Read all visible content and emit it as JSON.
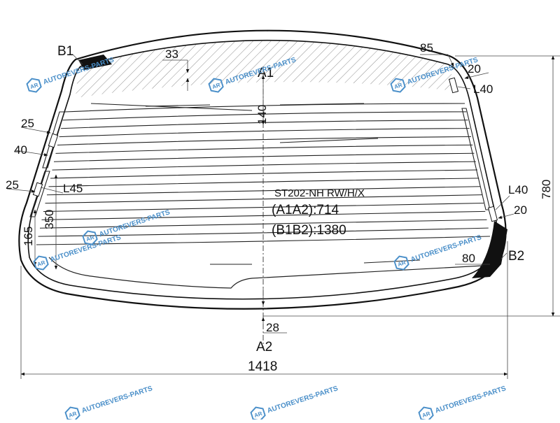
{
  "colors": {
    "outline": "#111111",
    "dimension_line": "#555555",
    "watermark": "#4a8fc9",
    "background": "#ffffff"
  },
  "diagram": {
    "labels": {
      "b1": "B1",
      "b2": "B2",
      "a1": "A1",
      "a2": "A2",
      "d33": "33",
      "d85": "85",
      "d20_top": "20",
      "l40_top": "L40",
      "d140": "140",
      "d780": "780",
      "d25_a": "25",
      "d40": "40",
      "d25_b": "25",
      "l45": "L45",
      "d350": "350",
      "d165": "165",
      "l40_right": "L40",
      "d20_right": "20",
      "d80": "80",
      "d28": "28",
      "d1418": "1418"
    },
    "part_code": "ST202-NH RW/H/X",
    "a1a2": "(A1A2):714",
    "b1b2": "(B1B2):1380"
  },
  "watermark": {
    "text": "AUTOREVERS-PARTS",
    "icon": "ar-logo-icon"
  }
}
